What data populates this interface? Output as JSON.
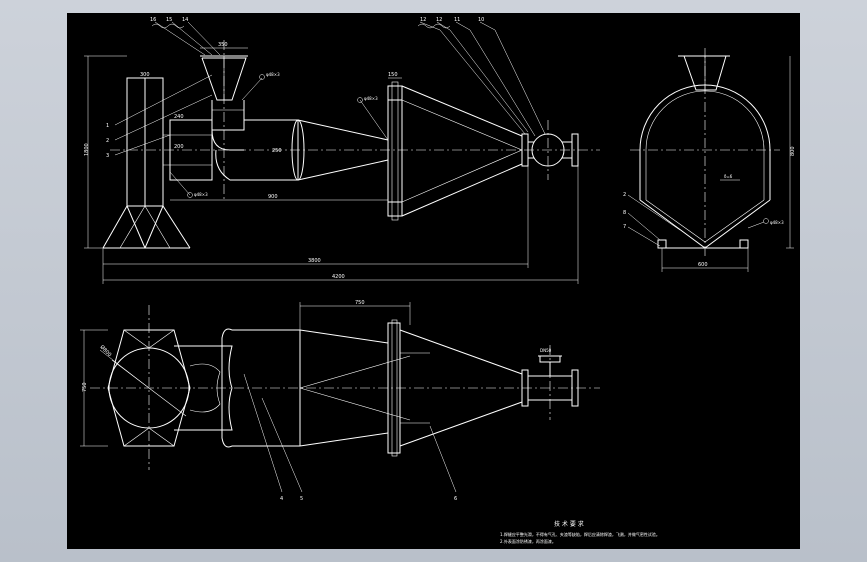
{
  "colors": {
    "background": "#000000",
    "lines": "#ffffff",
    "outer_frame": "#c9ced6"
  },
  "callouts": {
    "top": [
      "16",
      "15",
      "14",
      "12",
      "12",
      "11",
      "10"
    ],
    "front_left": [
      "1",
      "2",
      "3"
    ],
    "side_left": [
      "2",
      "8",
      "7"
    ],
    "plan_bottom": [
      "4",
      "5",
      "6"
    ]
  },
  "dimensions": {
    "top_width": "350",
    "left_width": "300",
    "inlet_label": "240",
    "inlet_side": "200",
    "body_height": "250",
    "flange_label": "150",
    "left_height": "1800",
    "base_span": "900",
    "overall_1": "3800",
    "overall_2": "4200",
    "side_height": "800",
    "side_base": "600",
    "plan_length": "750",
    "plan_width": "750",
    "plan_dia": "Ø800",
    "valve_label": "DN50"
  },
  "notes": {
    "heading": "技 术 要 求",
    "line1": "1.焊缝应平整光滑，不得有气孔、夹渣等缺陷，焊后应清除焊渣，飞溅，并做气密性试验。",
    "line2": "2.外表面涂防锈漆，再涂面漆。"
  },
  "leader_labels": {
    "pipe_top": "φ48×3",
    "pipe_bottom": "φ48×3",
    "side_pipe": "φ48×3",
    "side_note": "δ=6",
    "side_arrow": "φ48×3"
  }
}
